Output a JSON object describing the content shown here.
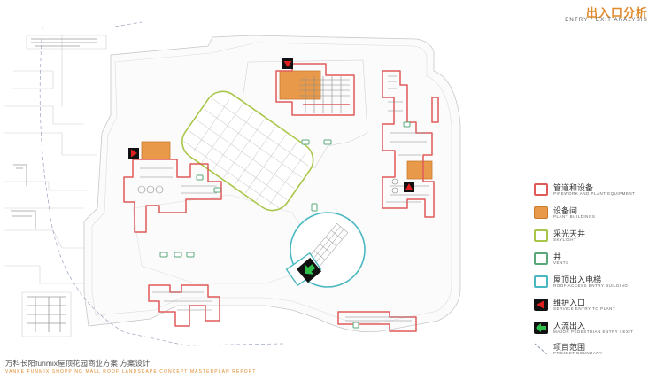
{
  "header": {
    "title": "出入口分析",
    "subtitle": "ENTRY / EXIT ANALYSIS"
  },
  "legend": [
    {
      "zh": "管道和设备",
      "en": "PIPEWORK AND PLANT EQUIPMENT",
      "kind": "outline",
      "color": "#e05a5a"
    },
    {
      "zh": "设备间",
      "en": "PLANT BUILDINGS",
      "kind": "fill",
      "color": "#e89a4a"
    },
    {
      "zh": "采光天井",
      "en": "SKYLIGHT",
      "kind": "outline",
      "color": "#a8c64a"
    },
    {
      "zh": "井",
      "en": "VENTS",
      "kind": "outline",
      "color": "#5aa87a"
    },
    {
      "zh": "屋顶出入电梯",
      "en": "ROOF ACCESS ENTRY BUILDING",
      "kind": "outline",
      "color": "#4ab8c0"
    },
    {
      "zh": "维护入口",
      "en": "SERVICE ENTRY TO PLANT",
      "kind": "service-arrow",
      "color": "#e02020"
    },
    {
      "zh": "人流出入",
      "en": "MAJOR PEDESTRIAN ENTRY / EXIT",
      "kind": "ped-arrow",
      "color": "#2ec04a"
    },
    {
      "zh": "项目范围",
      "en": "PROJECT BOUNDARY",
      "kind": "dash",
      "color": "#8a93b0"
    }
  ],
  "footer": {
    "zh": "万科长阳funmix屋顶花园商业方案 方案设计",
    "en": "VANKE FUNMIX SHOPPING MALL ROOF LANDSCAPE CONCEPT MASTERPLAN REPORT"
  },
  "colors": {
    "pipe": "#e05a5a",
    "plant": "#e89a4a",
    "skylight": "#a8c64a",
    "vent": "#5aa87a",
    "lift": "#4ab8c0",
    "service": "#e02020",
    "pedestrian": "#2ec04a",
    "boundary": "#8a93b0",
    "accent": "#e08a2c"
  }
}
